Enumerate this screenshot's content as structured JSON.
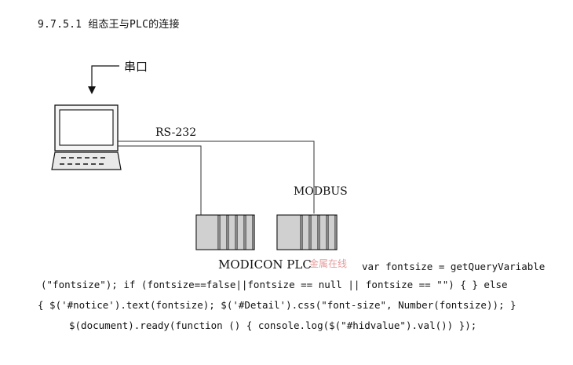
{
  "heading": "9.7.5.1 组态王与PLC的连接",
  "diagram": {
    "serial_label": "串口",
    "rs232_label": "RS-232",
    "modbus_label": "MODBUS",
    "plc_label": "MODICON PLC"
  },
  "watermark": "金属在线",
  "code_lines": [
    "var fontsize = getQueryVariable",
    "(\"fontsize\"); if (fontsize==false||fontsize == null || fontsize == \"\") { } else",
    "{ $('#notice').text(fontsize); $('#Detail').css(\"font-size\", Number(fontsize)); }",
    "$(document).ready(function () { console.log($(\"#hidvalue\").val()) });"
  ]
}
